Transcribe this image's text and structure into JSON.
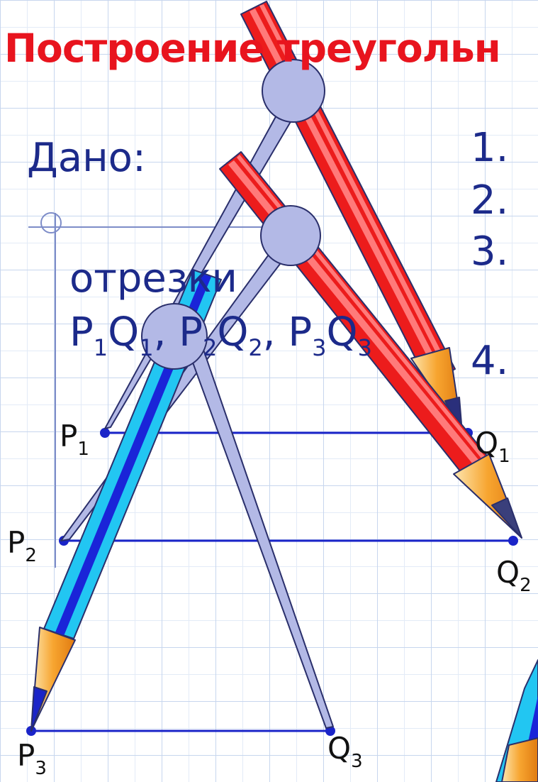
{
  "title": "Построение треугольн",
  "given_label": "Дано:",
  "segments_word": "отрезки",
  "segments_list": [
    {
      "letter_p": "P",
      "index_p": "1",
      "letter_q": "Q",
      "index_q": "1",
      "sep": ", "
    },
    {
      "letter_p": "P",
      "index_p": "2",
      "letter_q": "Q",
      "index_q": "2",
      "sep": ", "
    },
    {
      "letter_p": "P",
      "index_p": "3",
      "letter_q": "Q",
      "index_q": "3",
      "sep": ""
    }
  ],
  "steps": [
    "1.",
    "2.",
    "3.",
    "4."
  ],
  "points": {
    "P1": {
      "letter": "P",
      "index": "1"
    },
    "Q1": {
      "letter": "Q",
      "index": "1"
    },
    "P2": {
      "letter": "P",
      "index": "2"
    },
    "Q2": {
      "letter": "Q",
      "index": "2"
    },
    "P3": {
      "letter": "P",
      "index": "3"
    },
    "Q3": {
      "letter": "Q",
      "index": "3"
    }
  },
  "colors": {
    "title": "#e8141e",
    "text": "#1c2a8a",
    "segment": "#1a24c8",
    "compass": "#b3b9e6",
    "compass_outline": "#2a2f6b",
    "pencil_red": "#ec1c1c",
    "pencil_blue": "#22c6f2",
    "pencil_blue_stripe": "#1a24d8",
    "wood": "#f7a530"
  }
}
